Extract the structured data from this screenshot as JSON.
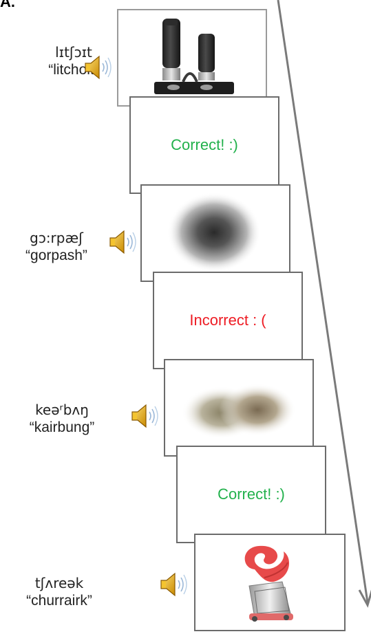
{
  "figure": {
    "panel_label": "A.",
    "trials": [
      {
        "ipa": "lɪtʃɔɪt",
        "spelling": "“litchoit”",
        "image": "coffee-grinder-image"
      },
      {
        "ipa": "gɔ:rpæʃ",
        "spelling": "“gorpash”",
        "image": "blurred-dark-blob-image"
      },
      {
        "ipa": "keəʳbʌŋ",
        "spelling": "“kairbung”",
        "image": "blurred-object-image"
      },
      {
        "ipa": "tʃʌreək",
        "spelling": "“churrairk”",
        "image": "red-clip-object-image"
      }
    ],
    "feedback": [
      {
        "text": "Correct! :)",
        "status": "correct",
        "color": "#22b14c"
      },
      {
        "text": "Incorrect  : (",
        "status": "incorrect",
        "color": "#ee1c24"
      },
      {
        "text": "Correct! :)",
        "status": "correct",
        "color": "#22b14c"
      }
    ],
    "icons": {
      "audio": "speaker-icon",
      "time": "time-arrow"
    }
  }
}
